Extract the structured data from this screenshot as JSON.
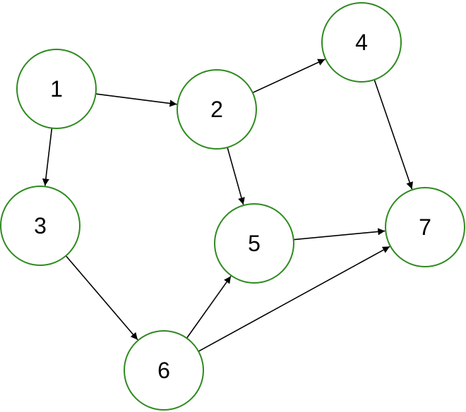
{
  "graph": {
    "node_stroke_color": "#2e8b1f",
    "edge_color": "#000000",
    "nodes": [
      {
        "id": "n1",
        "label": "1"
      },
      {
        "id": "n2",
        "label": "2"
      },
      {
        "id": "n3",
        "label": "3"
      },
      {
        "id": "n4",
        "label": "4"
      },
      {
        "id": "n5",
        "label": "5"
      },
      {
        "id": "n6",
        "label": "6"
      },
      {
        "id": "n7",
        "label": "7"
      }
    ],
    "edges": [
      {
        "from": "n1",
        "to": "n2"
      },
      {
        "from": "n1",
        "to": "n3"
      },
      {
        "from": "n2",
        "to": "n4"
      },
      {
        "from": "n2",
        "to": "n5"
      },
      {
        "from": "n4",
        "to": "n7"
      },
      {
        "from": "n3",
        "to": "n6"
      },
      {
        "from": "n6",
        "to": "n5"
      },
      {
        "from": "n5",
        "to": "n7"
      },
      {
        "from": "n6",
        "to": "n7"
      }
    ]
  }
}
